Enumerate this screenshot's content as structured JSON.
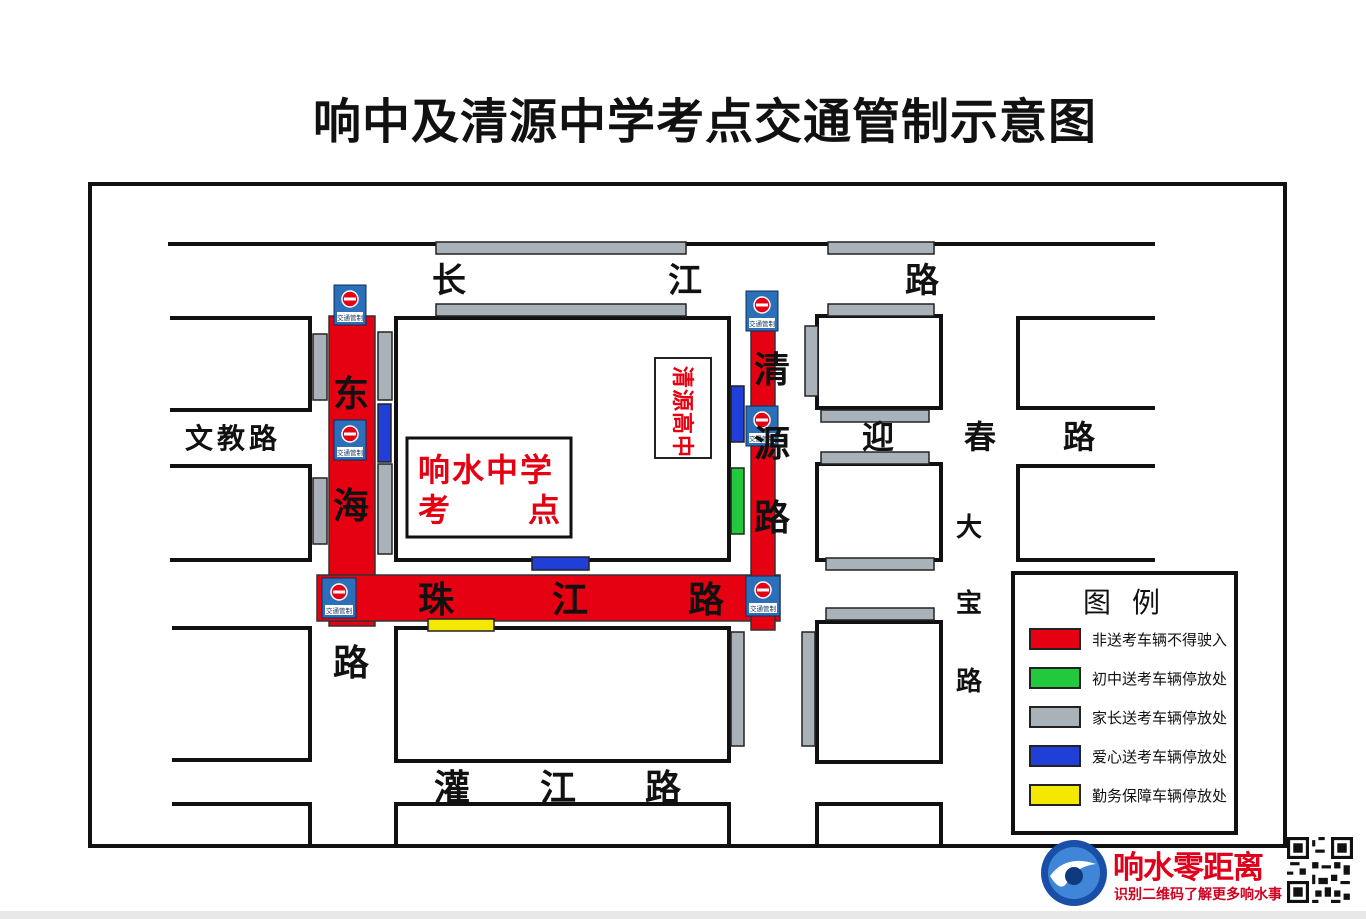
{
  "title": "响中及清源中学考点交通管制示意图",
  "colors": {
    "no_entry_red": "#e50012",
    "junior_parking_green": "#22c93c",
    "parent_parking_gray": "#a9b2b8",
    "charity_parking_blue": "#1f3fd8",
    "service_parking_yellow": "#f5e800",
    "sign_blue": "#2a6fb8"
  },
  "roads": {
    "changjiang": [
      "长",
      "江",
      "路"
    ],
    "wenjiao": "文教路",
    "donghai": [
      "东",
      "海",
      "路"
    ],
    "qingyuan": [
      "清",
      "源",
      "路"
    ],
    "yingchun": [
      "迎",
      "春",
      "路"
    ],
    "zhujiang": [
      "珠",
      "江",
      "路"
    ],
    "dabao": [
      "大",
      "宝",
      "路"
    ],
    "guanjiang": [
      "灌",
      "江",
      "路"
    ]
  },
  "schools": {
    "xiangshui_line1": "响水中学",
    "xiangshui_line2a": "考",
    "xiangshui_line2b": "点",
    "qingyuan_high": "清源高中"
  },
  "signs": {
    "traffic_control": "交通管制",
    "icon": "no-entry-icon"
  },
  "legend": {
    "title": "图 例",
    "items": [
      {
        "label": "非送考车辆不得驶入",
        "color": "#e50012"
      },
      {
        "label": "初中送考车辆停放处",
        "color": "#22c93c"
      },
      {
        "label": "家长送考车辆停放处",
        "color": "#a9b2b8"
      },
      {
        "label": "爱心送考车辆停放处",
        "color": "#1f3fd8"
      },
      {
        "label": "勤务保障车辆停放处",
        "color": "#f5e800"
      }
    ]
  },
  "watermark": {
    "brand": "响水零距离",
    "slogan": "识别二维码了解更多响水事"
  }
}
